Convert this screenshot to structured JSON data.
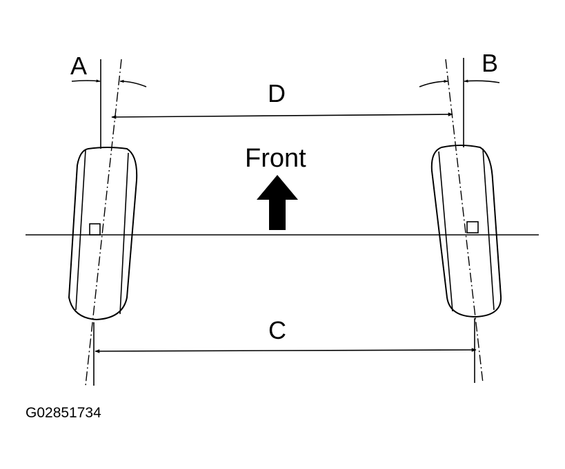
{
  "labels": {
    "a": "A",
    "b": "B",
    "c": "C",
    "d": "D",
    "front": "Front"
  },
  "figure_id": "G02851734",
  "colors": {
    "ink": "#000000",
    "background": "#ffffff"
  },
  "icons": {
    "direction": "arrow-up-icon"
  }
}
